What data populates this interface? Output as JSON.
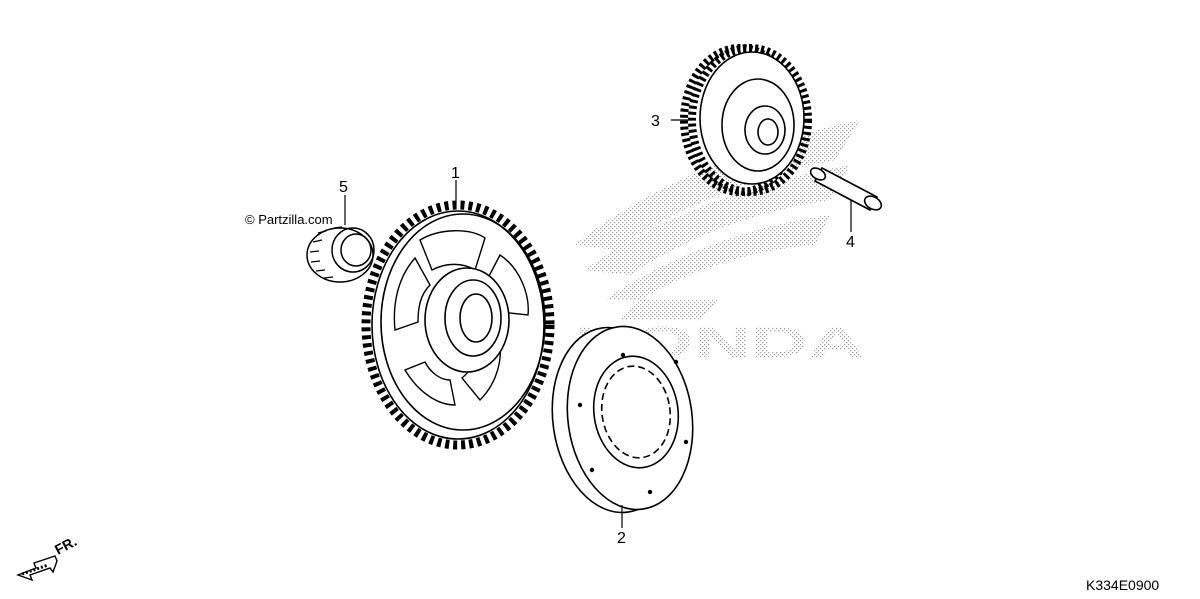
{
  "watermark": {
    "copyright_text": "© Partzilla.com",
    "brand_text": "HONDA"
  },
  "diagram_code": "K334E0900",
  "direction": {
    "label": "FR."
  },
  "callouts": [
    {
      "id": "1",
      "label": "1"
    },
    {
      "id": "2",
      "label": "2"
    },
    {
      "id": "3",
      "label": "3"
    },
    {
      "id": "4",
      "label": "4"
    },
    {
      "id": "5",
      "label": "5"
    }
  ],
  "colors": {
    "line": "#000000",
    "background": "#ffffff",
    "watermark": "#c8c8c8"
  }
}
